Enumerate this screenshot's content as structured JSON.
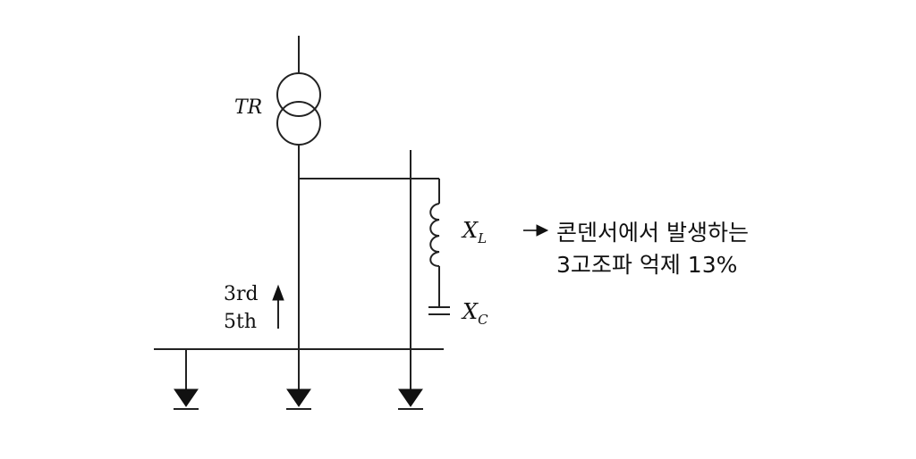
{
  "transformer": {
    "label": "TR"
  },
  "reactor": {
    "label": "X",
    "subscript": "L"
  },
  "capacitor": {
    "label": "X",
    "subscript": "C"
  },
  "harmonics": {
    "line1": "3rd",
    "line2": "5th"
  },
  "annotation": {
    "line1": "콘덴서에서 발생하는",
    "line2": "3고조파 억제 13%"
  }
}
